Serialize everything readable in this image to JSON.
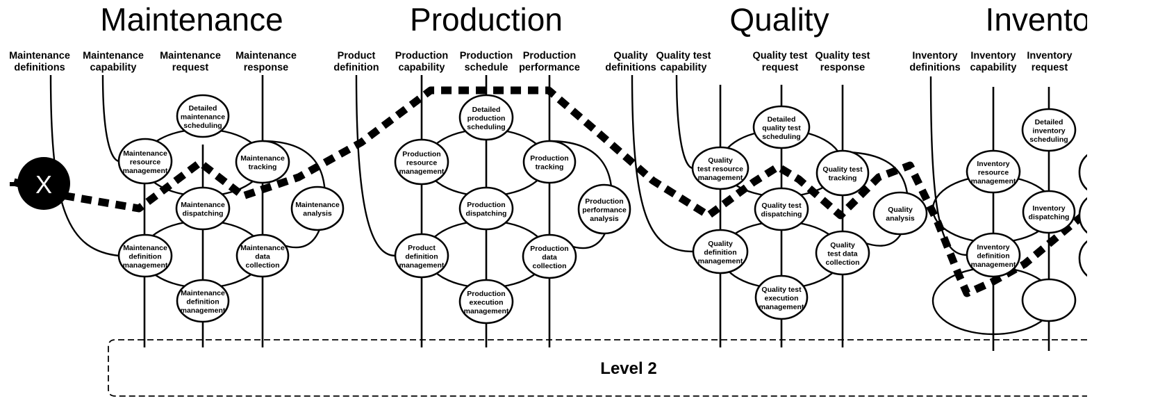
{
  "level_label": "Level 2",
  "marker_label": "X",
  "sections": [
    {
      "title": "Maintenance",
      "columns": [
        [
          "Maintenance",
          "definitions"
        ],
        [
          "Maintenance",
          "capability"
        ],
        [
          "Maintenance",
          "request"
        ],
        [
          "Maintenance",
          "response"
        ]
      ],
      "nodes": [
        [
          "Detailed",
          "maintenance",
          "scheduling"
        ],
        [
          "Maintenance",
          "resource",
          "management"
        ],
        [
          "Maintenance",
          "tracking"
        ],
        [
          "Maintenance",
          "dispatching"
        ],
        [
          "Maintenance",
          "analysis"
        ],
        [
          "Maintenance",
          "definition",
          "management"
        ],
        [
          "Maintenance",
          "data",
          "collection"
        ],
        [
          "Maintenance",
          "definition",
          "management"
        ]
      ]
    },
    {
      "title": "Production",
      "columns": [
        [
          "Product",
          "definition"
        ],
        [
          "Production",
          "capability"
        ],
        [
          "Production",
          "schedule"
        ],
        [
          "Production",
          "performance"
        ]
      ],
      "nodes": [
        [
          "Detailed",
          "production",
          "scheduling"
        ],
        [
          "Production",
          "resource",
          "management"
        ],
        [
          "Production",
          "tracking"
        ],
        [
          "Production",
          "dispatching"
        ],
        [
          "Production",
          "performance",
          "analysis"
        ],
        [
          "Product",
          "definition",
          "management"
        ],
        [
          "Production",
          "data",
          "collection"
        ],
        [
          "Production",
          "execution",
          "management"
        ]
      ]
    },
    {
      "title": "Quality",
      "columns": [
        [
          "Quality",
          "definitions"
        ],
        [
          "Quality test",
          "capability"
        ],
        [
          "Quality test",
          "request"
        ],
        [
          "Quality test",
          "response"
        ]
      ],
      "nodes": [
        [
          "Detailed",
          "quality test",
          "scheduling"
        ],
        [
          "Quality",
          "test resource",
          "management"
        ],
        [
          "Quality test",
          "tracking"
        ],
        [
          "Quality test",
          "dispatching"
        ],
        [
          "Quality",
          "analysis"
        ],
        [
          "Quality",
          "definition",
          "management"
        ],
        [
          "Quality",
          "test data",
          "collection"
        ],
        [
          "Quality test",
          "execution",
          "management"
        ]
      ]
    },
    {
      "title": "Invento",
      "columns": [
        [
          "Inventory",
          "definitions"
        ],
        [
          "Inventory",
          "capability"
        ],
        [
          "Inventory",
          "request"
        ]
      ],
      "nodes": [
        [
          "Detailed",
          "inventory",
          "scheduling"
        ],
        [
          "Inventory",
          "resource",
          "management"
        ],
        [
          "Inventory",
          "dispatching"
        ],
        [
          "Inventory",
          "definition",
          "management"
        ],
        []
      ]
    }
  ]
}
